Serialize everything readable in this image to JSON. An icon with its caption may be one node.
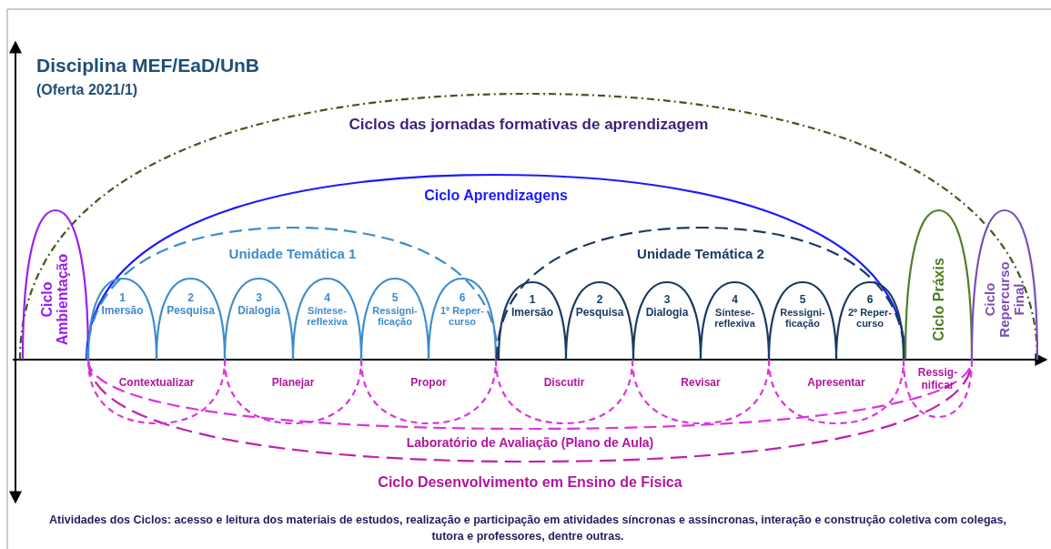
{
  "diagram": {
    "title": "Disciplina MEF/EaD/UnB",
    "caption": "Atividades dos Ciclos: acesso e leitura dos materiais de estudos, realização e participação em atividades síncronas e assíncronas, interação e construção coletiva com colegas, tutora e professores, dentre outras.",
    "labels": [
      "(Oferta 2021/1)"
    ],
    "nodes": [
      {
        "text": [
          "Ciclos das jornadas formativas de aprendizagem"
        ]
      },
      {
        "text": [
          "Ciclo Ambientação"
        ],
        "in": 0
      },
      {
        "text": [
          "Ciclo Aprendizagens"
        ],
        "in": 0
      },
      {
        "text": [
          "Unidade Temática 1"
        ],
        "in": 2
      },
      {
        "text": [
          "1",
          "Imersão"
        ],
        "in": 3
      },
      {
        "text": [
          "2",
          "Pesquisa"
        ],
        "in": 3
      },
      {
        "text": [
          "3",
          "Dialogia"
        ],
        "in": 3
      },
      {
        "text": [
          "4",
          "Síntese- reflexiva"
        ],
        "in": 3
      },
      {
        "text": [
          "5",
          "Ressigni- ficação"
        ],
        "in": 3
      },
      {
        "text": [
          "6",
          "1º Reper- curso"
        ],
        "in": 3
      },
      {
        "text": [
          "Unidade Temática 2"
        ],
        "in": 2
      },
      {
        "text": [
          "1",
          "Imersão"
        ],
        "in": 10
      },
      {
        "text": [
          "2",
          "Pesquisa"
        ],
        "in": 10
      },
      {
        "text": [
          "3",
          "Dialogia"
        ],
        "in": 10
      },
      {
        "text": [
          "4",
          "Síntese- reflexiva"
        ],
        "in": 10
      },
      {
        "text": [
          "5",
          "Ressigni- ficação"
        ],
        "in": 10
      },
      {
        "text": [
          "6",
          "2º Reper- curso"
        ],
        "in": 10
      },
      {
        "text": [
          "Ciclo Práxis"
        ],
        "in": 0
      },
      {
        "text": [
          "Ciclo Repercurso Final"
        ],
        "in": 0
      },
      {
        "text": [
          "Contextualizar"
        ],
        "in": 26
      },
      {
        "text": [
          "Planejar"
        ],
        "in": 26
      },
      {
        "text": [
          "Propor"
        ],
        "in": 26
      },
      {
        "text": [
          "Discutir"
        ],
        "in": 26
      },
      {
        "text": [
          "Revisar"
        ],
        "in": 26
      },
      {
        "text": [
          "Apresentar"
        ],
        "in": 26
      },
      {
        "text": [
          "Ressig- nificar"
        ],
        "in": 26
      },
      {
        "text": [
          "Laboratório de Avaliação (Plano de Aula)"
        ],
        "in": 27
      },
      {
        "text": [
          "Ciclo Desenvolvimento em Ensino de Física"
        ]
      }
    ]
  }
}
